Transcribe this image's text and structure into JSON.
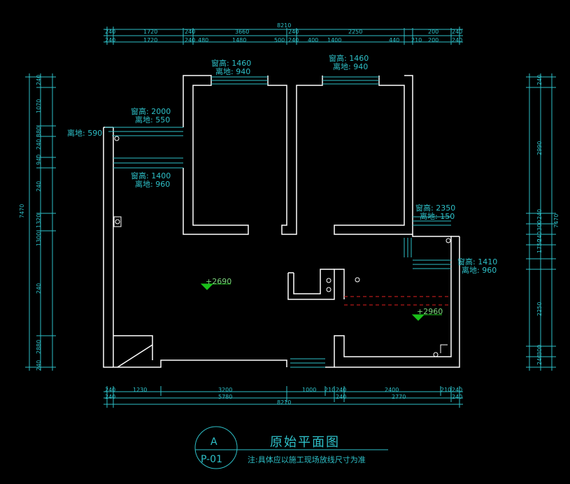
{
  "title": "原始平面图",
  "note": "注:具体应以施工现场放线尺寸为准",
  "bubble": {
    "letter": "A",
    "sheet": "P-01"
  },
  "windows": [
    {
      "height": "窗高: 1460",
      "sill": "离地: 940"
    },
    {
      "height": "窗高: 1460",
      "sill": "离地: 940"
    },
    {
      "height": "窗高: 2000",
      "sill": "离地: 550"
    },
    {
      "sill_left": "离地: 590"
    },
    {
      "height": "窗高: 1400",
      "sill": "离地: 960"
    },
    {
      "height": "窗高: 2350",
      "sill": "离地: 150"
    },
    {
      "height": "窗高: 1410",
      "sill": "离地: 960"
    }
  ],
  "levels": [
    "+2690",
    "+2960"
  ],
  "dims": {
    "top_row1": [
      "240",
      "1720",
      "240",
      "3660",
      "240",
      "2250",
      "200",
      "240"
    ],
    "top_row2": [
      "240",
      "1720",
      "240",
      "480",
      "1480",
      "500",
      "240",
      "400",
      "1400",
      "440",
      "210",
      "200",
      "240"
    ],
    "top_total": "8210",
    "bottom_row1": [
      "240",
      "1230",
      "3200",
      "1000",
      "210",
      "240",
      "2400",
      "210",
      "240"
    ],
    "bottom_row2": [
      "240",
      "5780",
      "240",
      "2770",
      "240"
    ],
    "bottom_total": "8210",
    "left": [
      "240",
      "1070",
      "380",
      "240",
      "940",
      "240",
      "1320",
      "1300",
      "240",
      "2880",
      "240"
    ],
    "left_total": "7470",
    "right": [
      "240",
      "2990",
      "240",
      "300",
      "240",
      "1750",
      "2250",
      "300",
      "240"
    ],
    "right_total": "7470"
  },
  "colors": {
    "wall": "#ffffff",
    "dim": "#2ec0c8",
    "level": "#19c019",
    "dashed": "#e02020"
  }
}
